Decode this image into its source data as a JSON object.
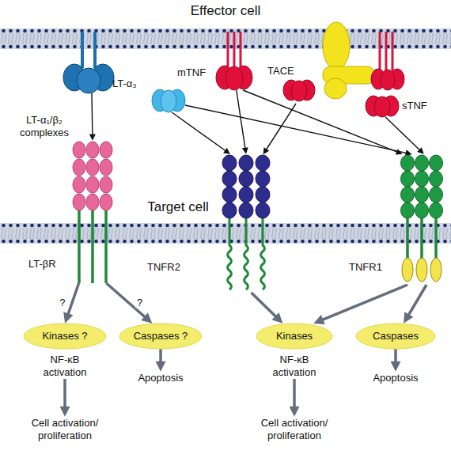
{
  "diagram": {
    "nodes": [
      {
        "text": [
          "LT-α₁/β₂ complexes"
        ]
      },
      {
        "text": [
          "mTNF"
        ]
      },
      {
        "text": [
          "LT-α₃"
        ]
      },
      {
        "text": [
          "sTNF"
        ]
      },
      {
        "text": [
          "LT-βR"
        ]
      },
      {
        "text": [
          "TNFR2"
        ]
      },
      {
        "text": [
          "TNFR1"
        ]
      },
      {
        "text": [
          "Kinases ?"
        ]
      },
      {
        "text": [
          "Caspases ?"
        ]
      },
      {
        "text": [
          "Kinases"
        ]
      },
      {
        "text": [
          "Caspases"
        ]
      },
      {
        "text": [
          "NF-κB activation"
        ]
      },
      {
        "text": [
          "Apoptosis"
        ]
      },
      {
        "text": [
          "NF-κB activation"
        ]
      },
      {
        "text": [
          "Apoptosis"
        ]
      },
      {
        "text": [
          "Cell activation/ proliferation"
        ]
      },
      {
        "text": [
          "Cell activation/ proliferation"
        ]
      }
    ],
    "edges": [
      {
        "from": 0,
        "to": 4,
        "arrow": "to"
      },
      {
        "from": 2,
        "to": 5,
        "arrow": "to"
      },
      {
        "from": 2,
        "to": 6,
        "arrow": "to"
      },
      {
        "from": 1,
        "to": 5,
        "arrow": "to"
      },
      {
        "from": 1,
        "to": 6,
        "arrow": "to"
      },
      {
        "from": 3,
        "to": 6,
        "arrow": "to"
      },
      {
        "from": 4,
        "to": 7,
        "label": "?",
        "arrow": "to"
      },
      {
        "from": 4,
        "to": 8,
        "label": "?",
        "arrow": "to"
      },
      {
        "from": 5,
        "to": 9,
        "arrow": "to"
      },
      {
        "from": 6,
        "to": 9,
        "arrow": "to"
      },
      {
        "from": 6,
        "to": 10,
        "arrow": "to"
      },
      {
        "from": 8,
        "to": 12,
        "arrow": "to"
      },
      {
        "from": 10,
        "to": 14,
        "arrow": "to"
      },
      {
        "from": 11,
        "to": 15,
        "arrow": "to"
      },
      {
        "from": 13,
        "to": 16,
        "arrow": "to"
      }
    ],
    "labels": [
      "Effector cell",
      "TACE",
      "Target cell"
    ]
  }
}
